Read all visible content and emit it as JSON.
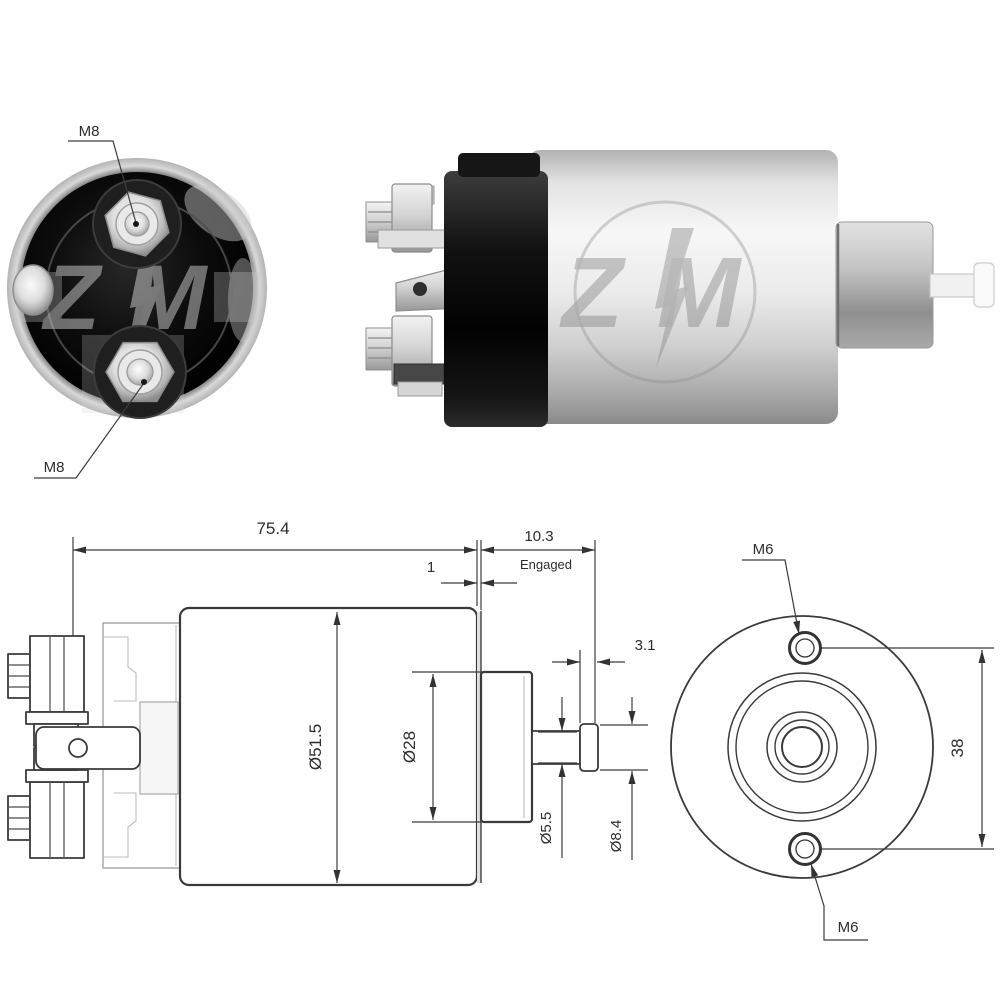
{
  "watermark": {
    "brand": "ZM"
  },
  "front_view": {
    "label_top": "M8",
    "label_bottom": "M8"
  },
  "side_view_drawing": {
    "dim_total_length": "75.4",
    "dim_travel": "10.3",
    "dim_travel_note": "Engaged",
    "dim_step": "1",
    "dim_body_diameter": "Ø51.5",
    "dim_front_diameter": "Ø28",
    "dim_tip_length": "3.1",
    "dim_shaft_diameter": "Ø5.5",
    "dim_tip_diameter": "Ø8.4"
  },
  "rear_view_drawing": {
    "label_hole_top": "M6",
    "label_hole_bottom": "M6",
    "dim_hole_spacing": "38"
  },
  "colors": {
    "drawing_line": "#3a3a3a",
    "dimension_line": "#3c3c3c",
    "cap_black": "#0d0d0d",
    "metal_light": "#ececec"
  }
}
